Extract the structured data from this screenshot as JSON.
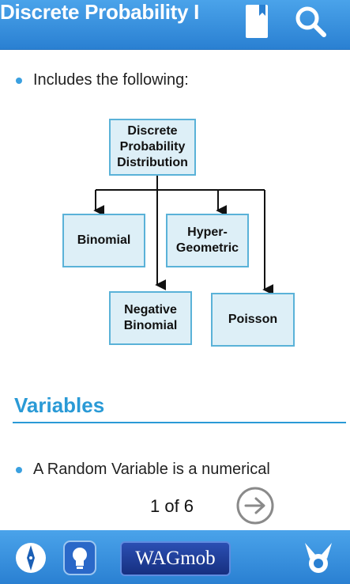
{
  "header": {
    "title": "Discrete Probability I"
  },
  "content": {
    "intro_bullet": "Includes the following:",
    "diagram": {
      "root": "Discrete Probability Distribution",
      "children": [
        "Binomial",
        "Hyper-Geometric",
        "Negative Binomial",
        "Poisson"
      ]
    },
    "section_title": "Variables",
    "section_bullet": "A Random Variable is a numerical"
  },
  "pager": {
    "text": "1 of 6"
  },
  "footer": {
    "brand_label": "WAGmob"
  }
}
